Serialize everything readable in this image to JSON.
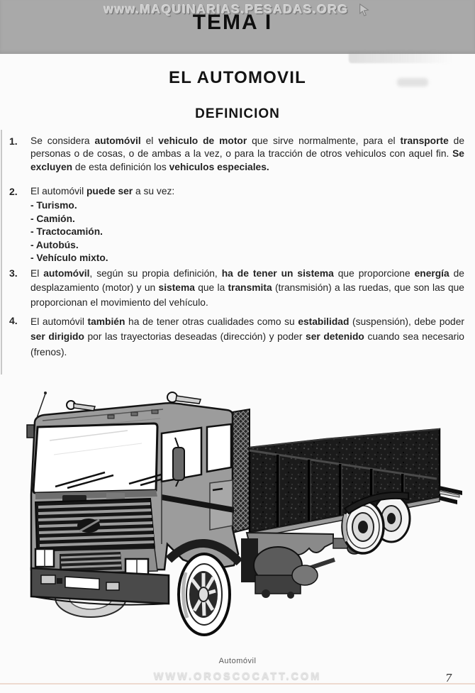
{
  "header": {
    "watermark": "www.MAQUINARIAS.PESADAS.ORG",
    "tema": "TEMA I"
  },
  "titles": {
    "main": "EL AUTOMOVIL",
    "subtitle": "DEFINICION"
  },
  "paragraphs": [
    {
      "number": "1.",
      "segments": [
        {
          "t": "Se considera ",
          "b": false
        },
        {
          "t": "automóvil",
          "b": true
        },
        {
          "t": " el ",
          "b": false
        },
        {
          "t": "vehiculo de motor",
          "b": true
        },
        {
          "t": " que sirve normalmente, para el ",
          "b": false
        },
        {
          "t": "transporte",
          "b": true
        },
        {
          "t": " de personas o de cosas, o de ambas a la vez, o para la tracción de otros vehiculos con aquel fin. ",
          "b": false
        },
        {
          "t": "Se excluyen",
          "b": true
        },
        {
          "t": " de esta definición los ",
          "b": false
        },
        {
          "t": "vehiculos especiales.",
          "b": true
        }
      ]
    },
    {
      "number": "2.",
      "segments": [
        {
          "t": "El automóvil ",
          "b": false
        },
        {
          "t": "puede ser",
          "b": true
        },
        {
          "t": " a su vez:",
          "b": false
        }
      ],
      "list": [
        "- Turismo.",
        "- Camión.",
        "- Tractocamión.",
        "- Autobús.",
        "- Vehículo mixto."
      ]
    },
    {
      "number": "3.",
      "segments": [
        {
          "t": "El ",
          "b": false
        },
        {
          "t": "automóvil",
          "b": true
        },
        {
          "t": ", según su propia definición, ",
          "b": false
        },
        {
          "t": "ha de tener un sistema",
          "b": true
        },
        {
          "t": " que proporcione ",
          "b": false
        },
        {
          "t": "energía",
          "b": true
        },
        {
          "t": " de desplazamiento (motor) y un ",
          "b": false
        },
        {
          "t": "sistema",
          "b": true
        },
        {
          "t": " que la ",
          "b": false
        },
        {
          "t": "transmita",
          "b": true
        },
        {
          "t": " (transmisión) a las ruedas, que son las que proporcionan el movimiento del vehículo.",
          "b": false
        }
      ]
    },
    {
      "number": "4.",
      "segments": [
        {
          "t": "El automóvil ",
          "b": false
        },
        {
          "t": "también",
          "b": true
        },
        {
          "t": " ha de tener otras cualidades como su ",
          "b": false
        },
        {
          "t": "estabilidad",
          "b": true
        },
        {
          "t": " (suspensión), debe poder ",
          "b": false
        },
        {
          "t": "ser dirigido",
          "b": true
        },
        {
          "t": " por las trayectorias deseadas (dirección) y poder ",
          "b": false
        },
        {
          "t": "ser detenido",
          "b": true
        },
        {
          "t": " cuando sea necesario (frenos).",
          "b": false
        }
      ]
    }
  ],
  "figure": {
    "caption": "Automóvil",
    "illustration": "flatbed-truck-side-front-view"
  },
  "footer": {
    "watermark": "WWW.OROSCOCATT.COM",
    "page_number": "7"
  },
  "colors": {
    "header_band": "#a9a9a9",
    "body_text": "#232323",
    "cab_gray": "#9c9c9c",
    "bed_dark": "#1a1a1a",
    "footer_line": "#eedad0"
  }
}
